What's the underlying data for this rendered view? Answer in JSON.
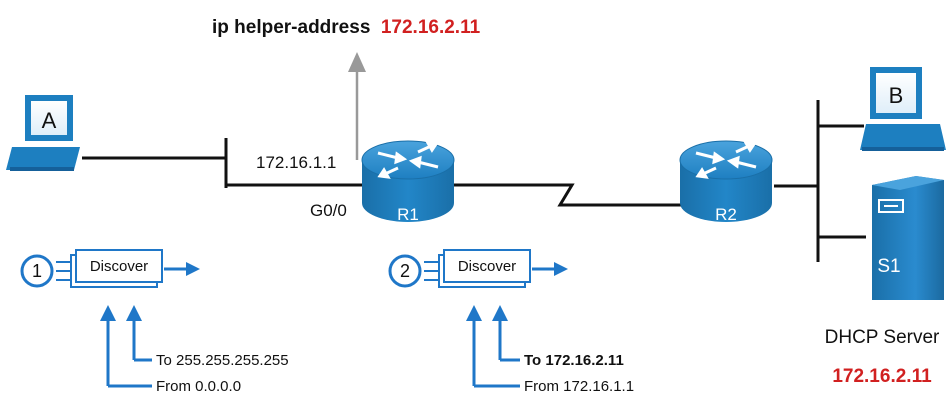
{
  "title": {
    "prefix": "ip helper-address",
    "address": "172.16.2.11"
  },
  "hosts": {
    "a_label": "A",
    "b_label": "B"
  },
  "router1": {
    "label": "R1",
    "ip": "172.16.1.1",
    "interface": "G0/0"
  },
  "router2": {
    "label": "R2"
  },
  "server": {
    "label": "S1",
    "caption": "DHCP Server",
    "ip": "172.16.2.11"
  },
  "messages": [
    {
      "step": "1",
      "label": "Discover",
      "to": "To 255.255.255.255",
      "from": "From 0.0.0.0"
    },
    {
      "step": "2",
      "label": "Discover",
      "to": "To 172.16.2.11",
      "from": "From 172.16.1.1"
    }
  ],
  "colors": {
    "router_blue": "#1d7fc0",
    "link_blue": "#1f77c8",
    "red_text": "#d12020",
    "arrow_gray": "#999999"
  }
}
